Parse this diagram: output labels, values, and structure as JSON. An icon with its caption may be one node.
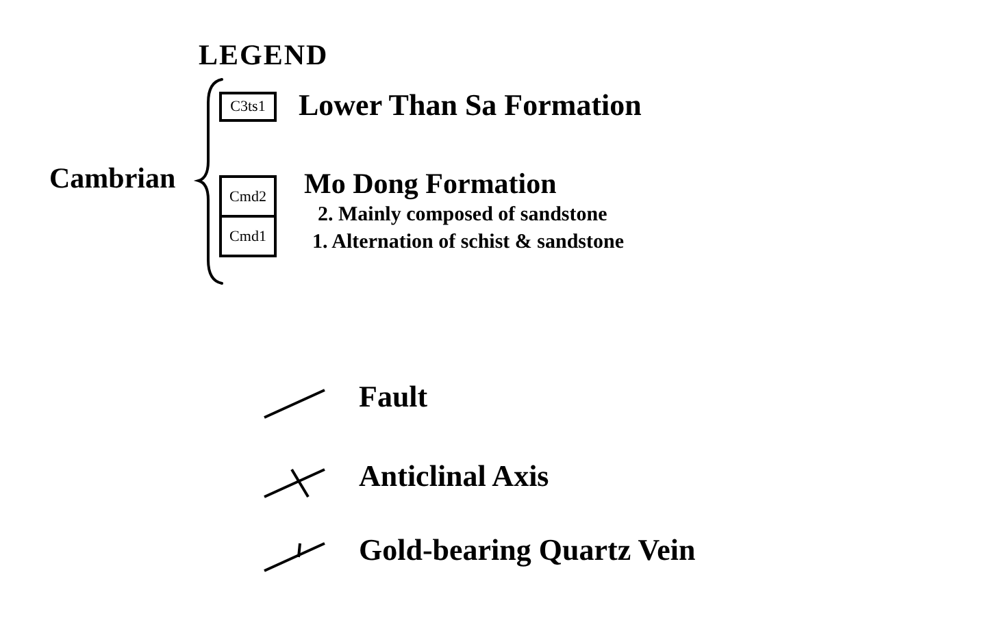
{
  "diagram": {
    "title": "LEGEND",
    "nodes": [
      {
        "text": [
          "C3ts1"
        ],
        "beside": [
          "Lower Than Sa Formation"
        ]
      },
      {
        "text": [
          "Cmd2"
        ]
      },
      {
        "text": [
          "Cmd1"
        ]
      }
    ],
    "labels": [
      "Cambrian",
      "Mo Dong Formation",
      "2. Mainly composed of sandstone",
      "1. Alternation of schist & sandstone"
    ],
    "legend": [
      {
        "text": "Fault"
      },
      {
        "text": "Anticlinal Axis"
      },
      {
        "text": "Gold-bearing Quartz Vein"
      }
    ]
  }
}
